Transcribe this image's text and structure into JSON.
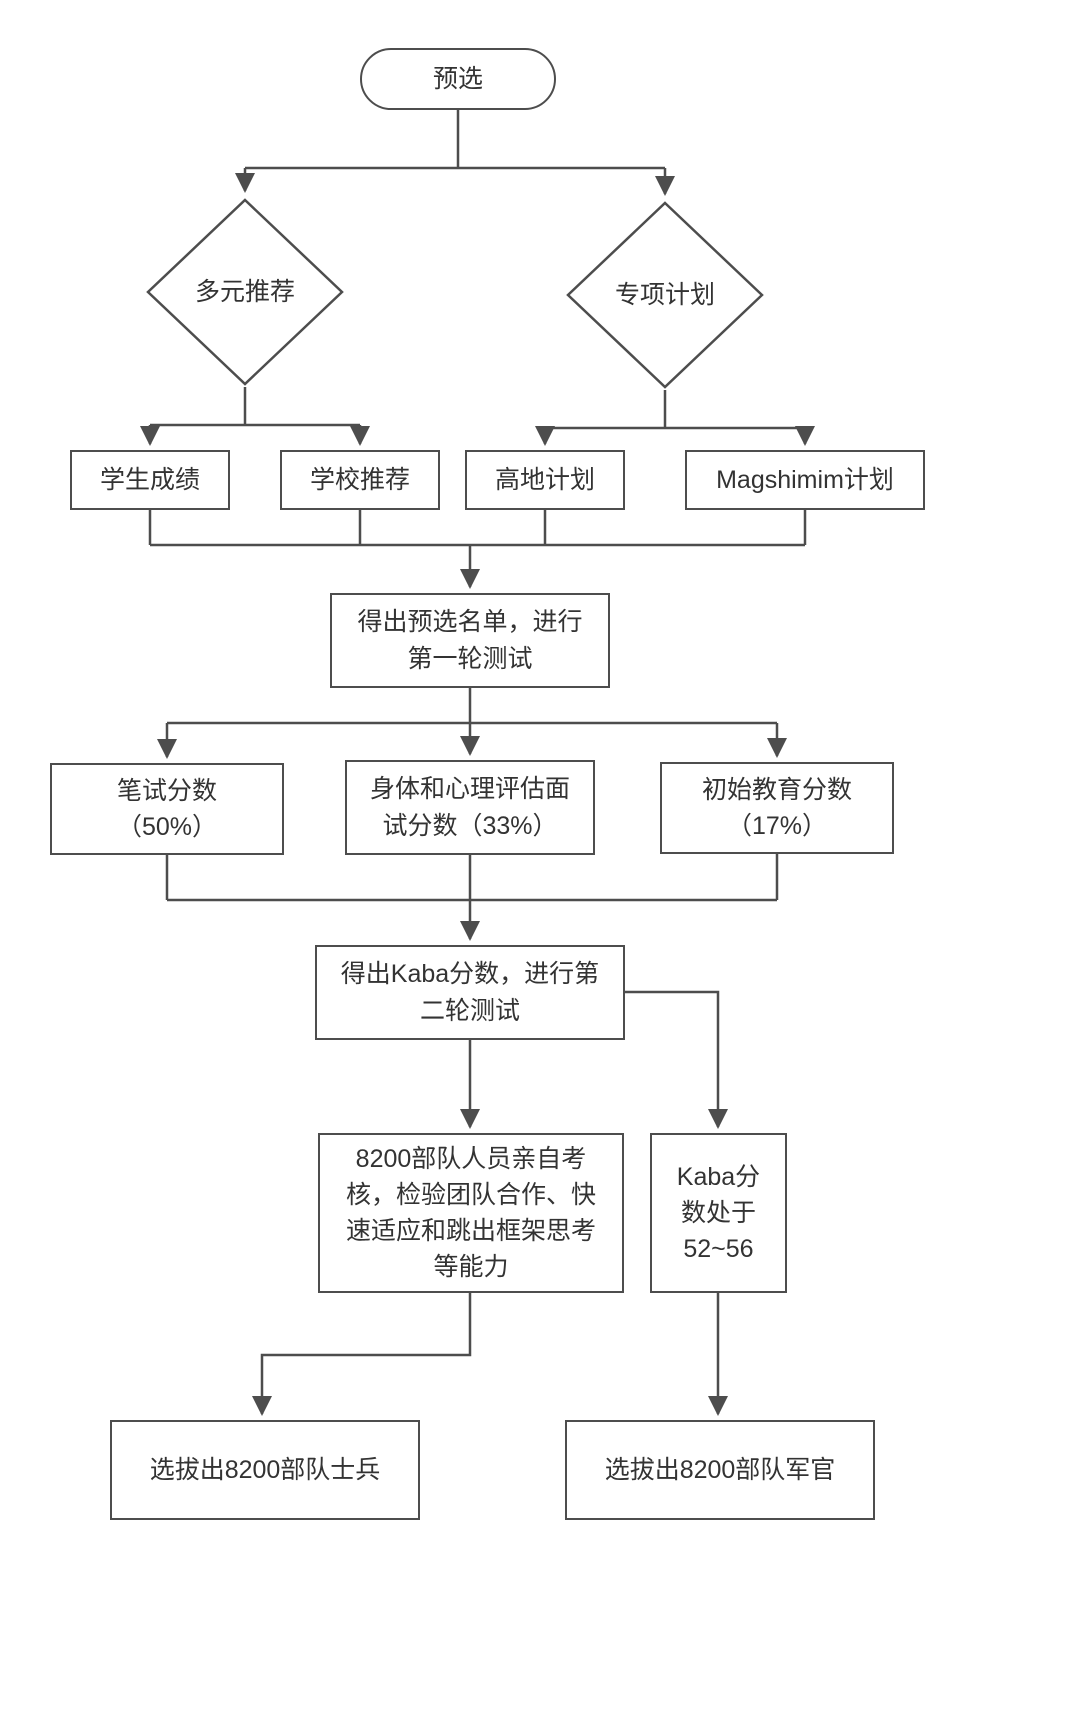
{
  "diagram": {
    "type": "flowchart",
    "line_color": "#4d4d4d",
    "background": "#ffffff",
    "nodes": {
      "start": {
        "label": "预选",
        "shape": "terminal"
      },
      "multi": {
        "label": "多元推荐",
        "shape": "diamond"
      },
      "special": {
        "label": "专项计划",
        "shape": "diamond"
      },
      "grades": {
        "label": "学生成绩",
        "shape": "rect"
      },
      "school": {
        "label": "学校推荐",
        "shape": "rect"
      },
      "gaodi": {
        "label": "高地计划",
        "shape": "rect"
      },
      "magshimim": {
        "label": "Magshimim计划",
        "shape": "rect"
      },
      "shortlist": {
        "label": "得出预选名单，进行\n第一轮测试",
        "shape": "rect"
      },
      "written": {
        "label": "笔试分数\n（50%）",
        "shape": "rect"
      },
      "physical": {
        "label": "身体和心理评估面\n试分数（33%）",
        "shape": "rect"
      },
      "education": {
        "label": "初始教育分数\n（17%）",
        "shape": "rect"
      },
      "kaba": {
        "label": "得出Kaba分数，进行第\n二轮测试",
        "shape": "rect"
      },
      "assessment": {
        "label": "8200部队人员亲自考\n核，检验团队合作、快\n速适应和跳出框架思考\n等能力",
        "shape": "rect"
      },
      "kabarange": {
        "label": "Kaba分\n数处于\n52~56",
        "shape": "rect"
      },
      "soldiers": {
        "label": "选拔出8200部队士兵",
        "shape": "rect"
      },
      "officers": {
        "label": "选拔出8200部队军官",
        "shape": "rect"
      }
    },
    "edges": [
      {
        "from": "start",
        "to": "multi"
      },
      {
        "from": "start",
        "to": "special"
      },
      {
        "from": "multi",
        "to": "grades"
      },
      {
        "from": "multi",
        "to": "school"
      },
      {
        "from": "special",
        "to": "gaodi"
      },
      {
        "from": "special",
        "to": "magshimim"
      },
      {
        "from": "grades,school,gaodi,magshimim",
        "to": "shortlist"
      },
      {
        "from": "shortlist",
        "to": "written"
      },
      {
        "from": "shortlist",
        "to": "physical"
      },
      {
        "from": "shortlist",
        "to": "education"
      },
      {
        "from": "written,physical,education",
        "to": "kaba"
      },
      {
        "from": "kaba",
        "to": "assessment"
      },
      {
        "from": "kaba",
        "to": "kabarange"
      },
      {
        "from": "assessment",
        "to": "soldiers"
      },
      {
        "from": "kabarange",
        "to": "officers"
      }
    ]
  }
}
